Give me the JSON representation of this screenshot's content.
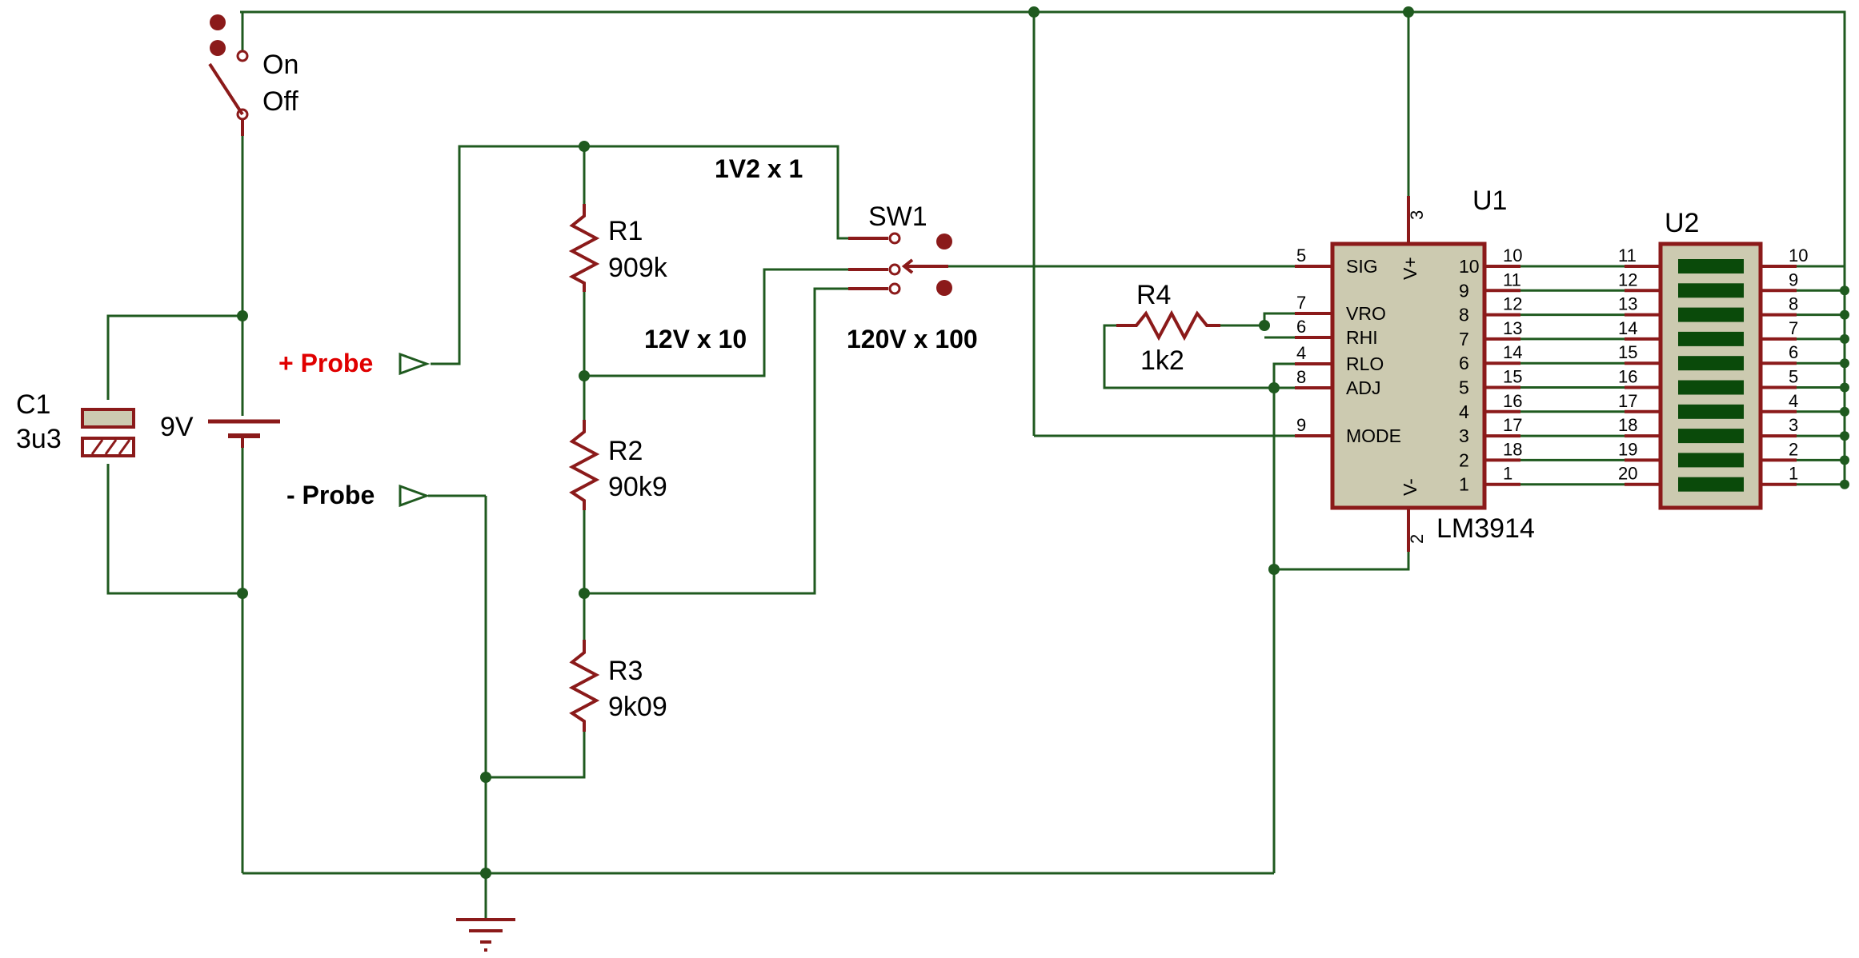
{
  "colors": {
    "wire": "#1f5a1f",
    "component": "#8b1a1a",
    "chip": "#cccab0",
    "led": "#0a4a0a",
    "probe_plus": "#e00000"
  },
  "labels": {
    "switch_on": "On",
    "switch_off": "Off",
    "c1_ref": "C1",
    "c1_value": "3u3",
    "battery_value": "9V",
    "probe_plus": "+ Probe",
    "probe_minus": "- Probe",
    "r1_ref": "R1",
    "r1_value": "909k",
    "r2_ref": "R2",
    "r2_value": "90k9",
    "r3_ref": "R3",
    "r3_value": "9k09",
    "r4_ref": "R4",
    "r4_value": "1k2",
    "range_1": "1V2 x 1",
    "range_10": "12V x 10",
    "range_100": "120V x 100",
    "sw1_ref": "SW1",
    "u1_ref": "U1",
    "u1_part": "LM3914",
    "u2_ref": "U2"
  },
  "u1": {
    "vplus_pin": "3",
    "vminus_pin": "2",
    "vplus_label": "V+",
    "vminus_label": "V-",
    "left_pins": [
      {
        "num": "5",
        "label": "SIG"
      },
      {
        "num": "7",
        "label": "VRO"
      },
      {
        "num": "6",
        "label": "RHI"
      },
      {
        "num": "4",
        "label": "RLO"
      },
      {
        "num": "8",
        "label": "ADJ"
      },
      {
        "num": "9",
        "label": "MODE"
      }
    ],
    "right_pins": [
      "10",
      "11",
      "12",
      "13",
      "14",
      "15",
      "16",
      "17",
      "18",
      "1"
    ],
    "right_pin_labels": [
      "10",
      "9",
      "8",
      "7",
      "6",
      "5",
      "4",
      "3",
      "2",
      "1"
    ]
  },
  "u2": {
    "left_pins": [
      "11",
      "12",
      "13",
      "14",
      "15",
      "16",
      "17",
      "18",
      "19",
      "20"
    ],
    "right_pins": [
      "10",
      "9",
      "8",
      "7",
      "6",
      "5",
      "4",
      "3",
      "2",
      "1"
    ]
  }
}
